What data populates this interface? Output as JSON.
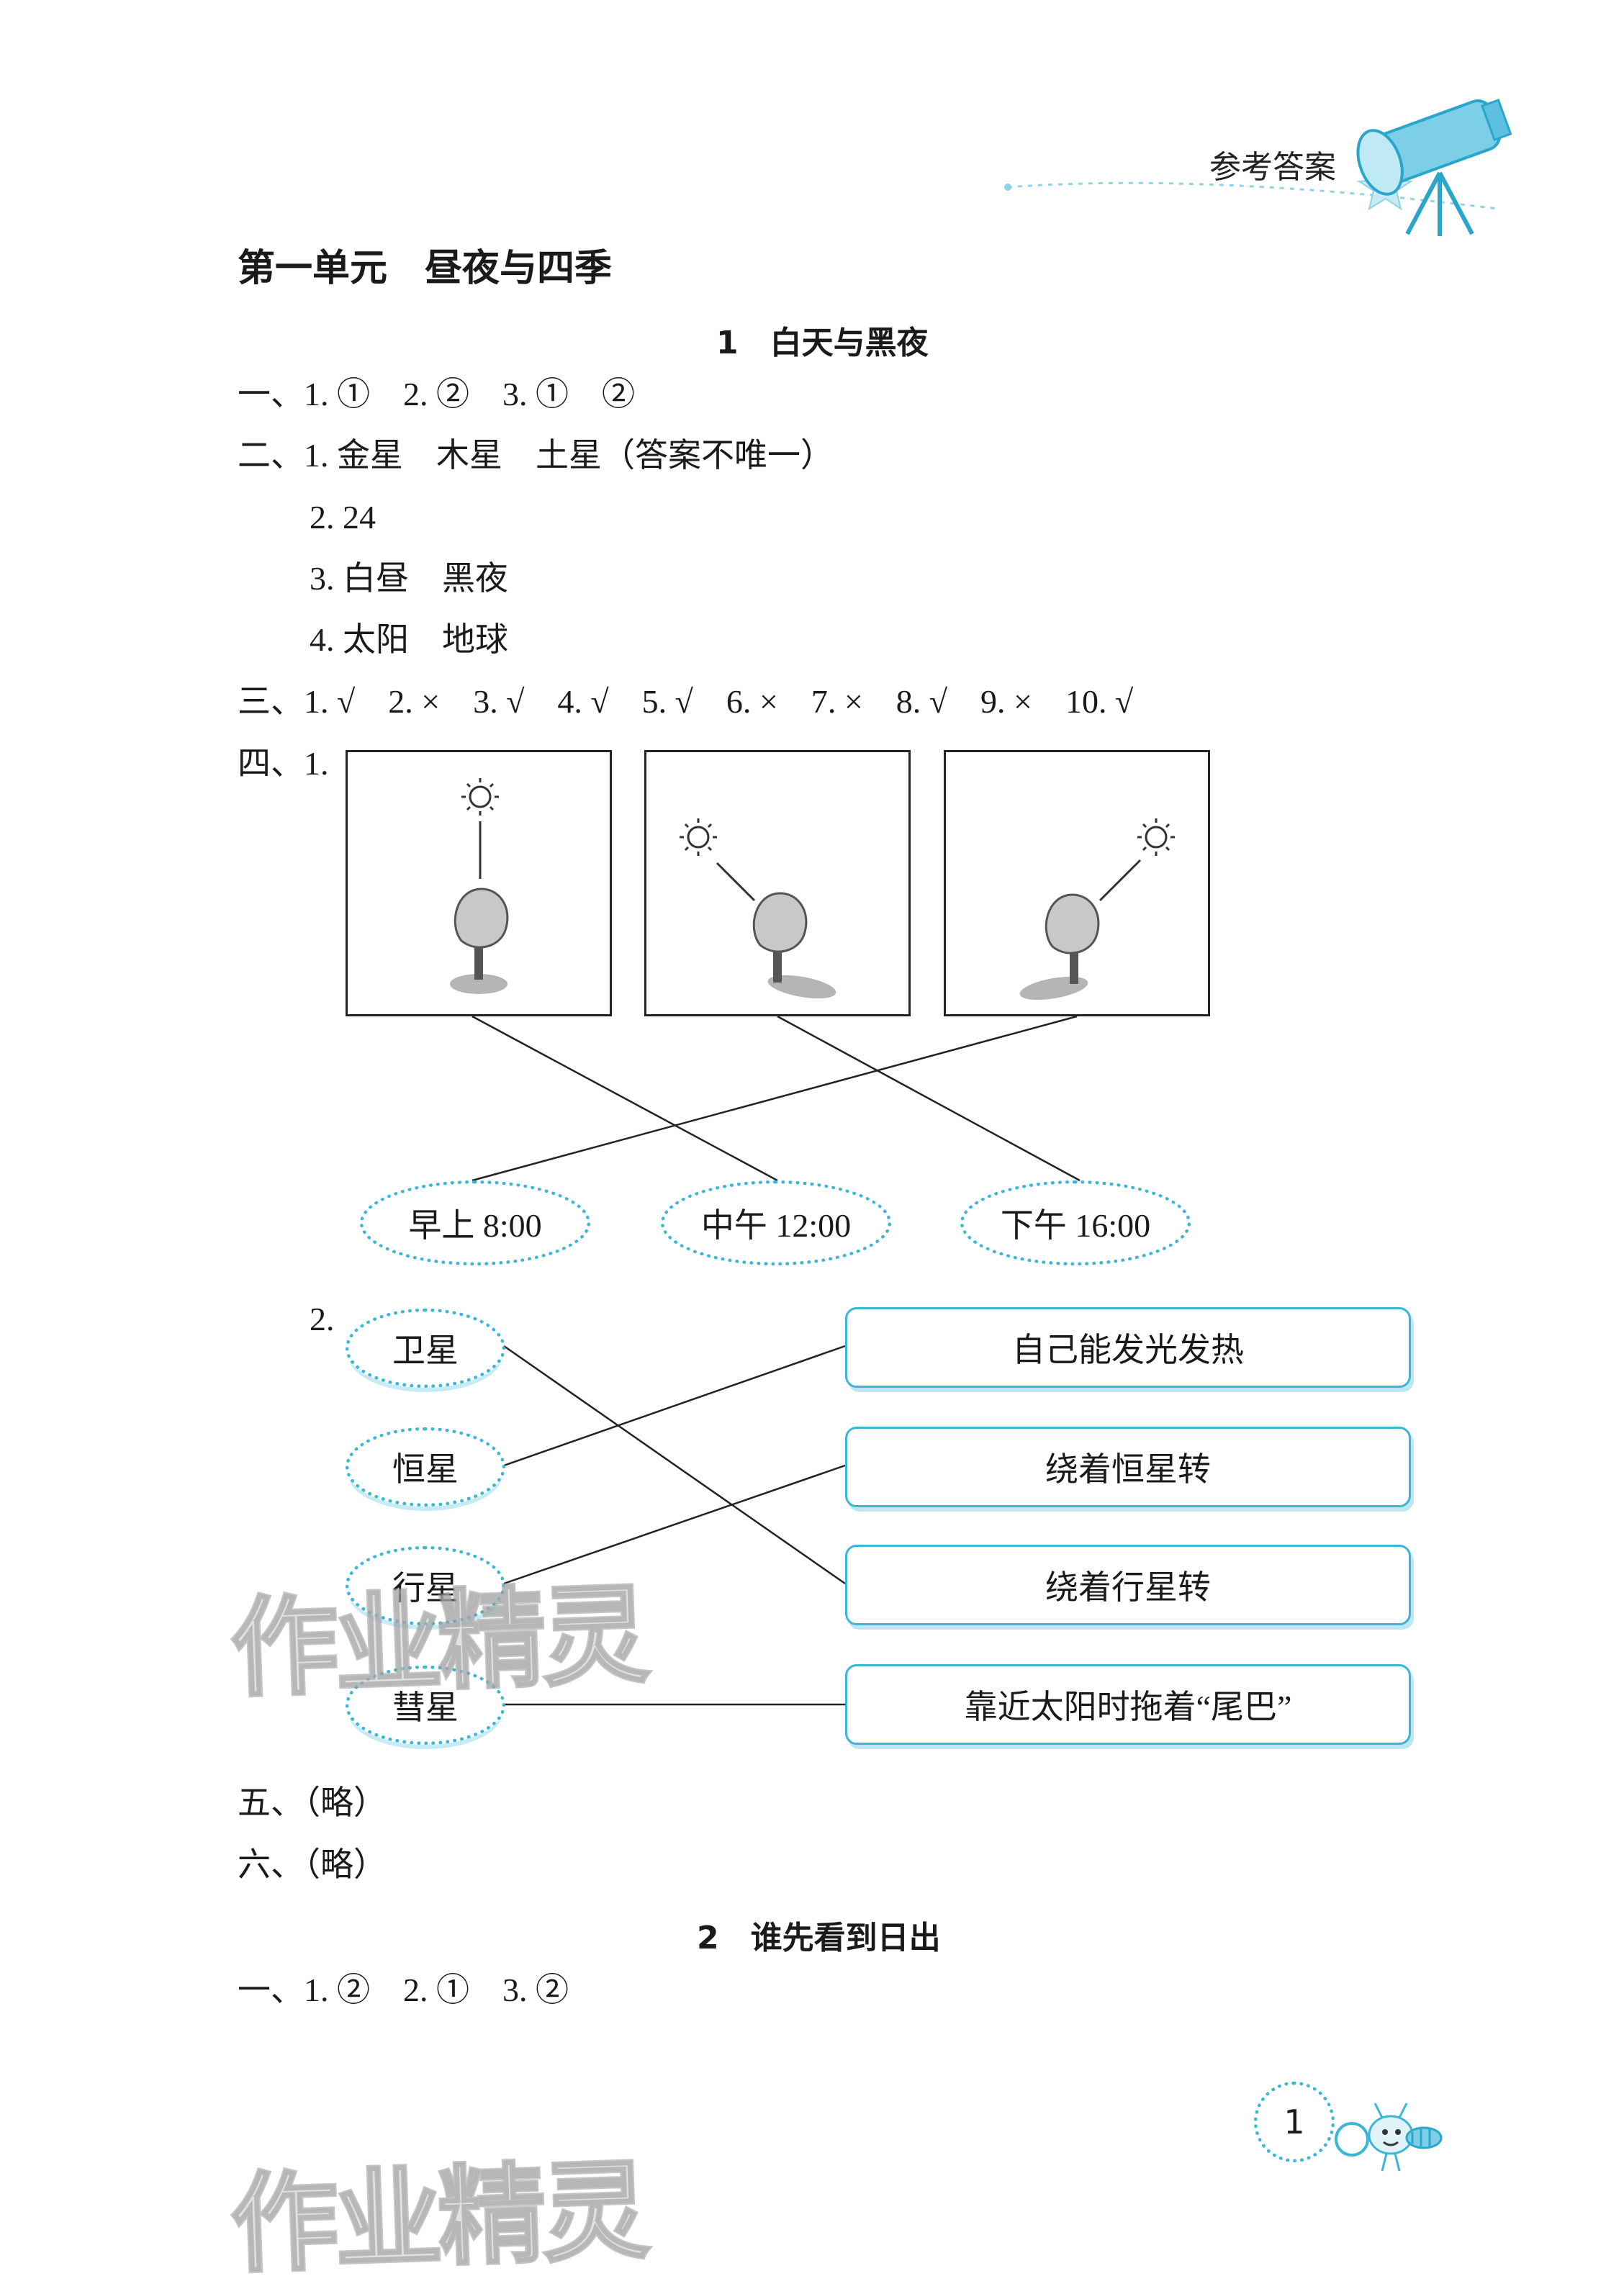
{
  "header": {
    "title": "参考答案"
  },
  "unit_title": "第一单元　昼夜与四季",
  "lesson1": {
    "title": "1　白天与黑夜",
    "q1": "一、1. ①　2. ②　3. ①　②",
    "q2": [
      "二、1. 金星　木星　土星（答案不唯一）",
      "2. 24",
      "3. 白昼　黑夜",
      "4. 太阳　地球"
    ],
    "q3": "三、1. √　2. ×　3. √　4. √　5. √　6. ×　7. ×　8. √　9. ×　10. √",
    "q4_label": "四、1.",
    "times": [
      "早上 8:00",
      "中午 12:00",
      "下午 16:00"
    ],
    "q4_2_label": "2.",
    "bodies": [
      "卫星",
      "恒星",
      "行星",
      "彗星"
    ],
    "descriptions": [
      "自己能发光发热",
      "绕着恒星转",
      "绕着行星转",
      "靠近太阳时拖着“尾巴”"
    ],
    "q5": "五、（略）",
    "q6": "六、（略）"
  },
  "lesson2": {
    "title": "2　谁先看到日出",
    "q1": "一、1. ②　2. ①　3. ②"
  },
  "page_number": "1",
  "watermark": "作业精灵",
  "colors": {
    "accent": "#3ab7d6",
    "shadow": "#c8c8c8"
  }
}
